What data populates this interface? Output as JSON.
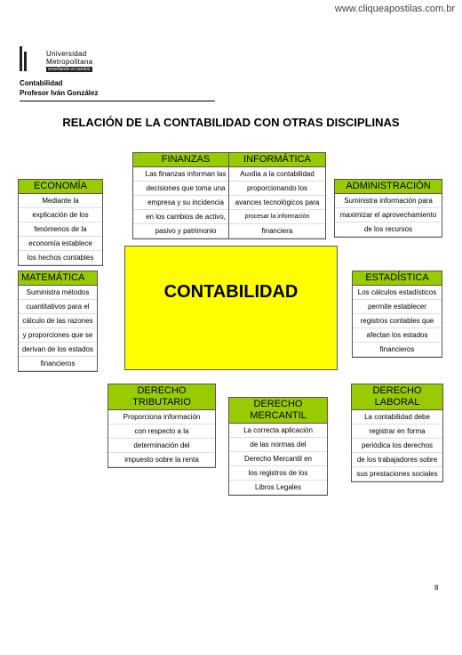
{
  "site": "www.cliqueapostilas.com.br",
  "logo": {
    "line1": "Universidad",
    "line2": "Metropolitana",
    "tagline": "enseñando el camino"
  },
  "course": {
    "subject": "Contabilidad",
    "professor": "Profesor Iván González"
  },
  "title": "RELACIÓN DE LA CONTABILIDAD CON OTRAS DISCIPLINAS",
  "center": "CONTABILIDAD",
  "cards": {
    "finanzas": {
      "title": "FINANZAS",
      "lines": [
        "Las finanzas informan las",
        "decisiones que toma una",
        "empresa y su incidencia",
        "en los cambios de activo,",
        "pasivo y patrimonio"
      ]
    },
    "informatica": {
      "title": "INFORMÁTICA",
      "lines": [
        "Auxilia a la contabilidad",
        "proporcionando los",
        "avances tecnológicos para",
        "procesar la información",
        "financiera"
      ]
    },
    "economia": {
      "title": "ECONOMÍA",
      "lines": [
        "Mediante la",
        "explicación de los",
        "fenómenos de la",
        "economía establece",
        "los hechos contables"
      ]
    },
    "administracion": {
      "title": "ADMINISTRACIÓN",
      "lines": [
        "Suministra información para",
        "maximizar el aprovechamiento",
        "de los recursos"
      ]
    },
    "matematica": {
      "title": "MATEMÁTICA",
      "lines": [
        "Suministra métodos",
        "cuantitativos para el",
        "cálculo de las razones",
        "y proporciones que se",
        "derivan de los estados",
        "financieros"
      ]
    },
    "estadistica": {
      "title": "ESTADÍSTICA",
      "lines": [
        "Los cálculos estadísticos",
        "permite establecer",
        "registros contables que",
        "afectan los estados",
        "financieros"
      ]
    },
    "tributario": {
      "title1": "DERECHO",
      "title2": "TRIBUTARIO",
      "lines": [
        "Proporciona información",
        "con respecto a la",
        "determinación del",
        "impuesto sobre la renta"
      ]
    },
    "mercantil": {
      "title1": "DERECHO",
      "title2": "MERCANTIL",
      "lines": [
        "La correcta aplicación",
        "de las normas del",
        "Derecho Mercantil en",
        "los registros de los",
        "Libros Legales"
      ]
    },
    "laboral": {
      "title1": "DERECHO",
      "title2": "LABORAL",
      "lines": [
        "La contabilidad debe",
        "registrar en forma",
        "periódica los derechos",
        "de los trabajadores sobre",
        "sus prestaciones sociales"
      ]
    }
  },
  "page_number": "8"
}
